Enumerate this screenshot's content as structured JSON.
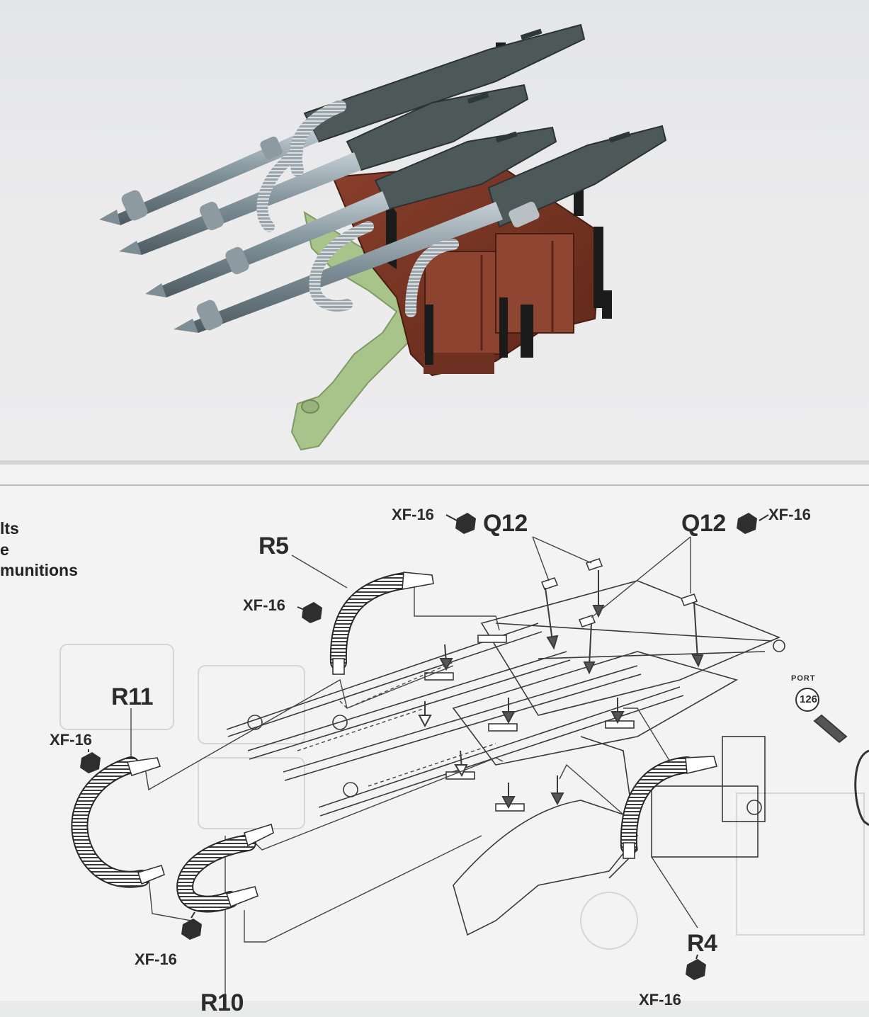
{
  "photo": {
    "subject": "",
    "colors": {
      "background": "#e6e7e9",
      "gun_metal": "#7f8f98",
      "receiver": "#4d5859",
      "ammo_box": "#7b3524",
      "mount": "#a9c48a",
      "bracket": "#1b1b1b"
    }
  },
  "instructions": {
    "left_text": [
      "lts",
      "e",
      " munitions"
    ],
    "parts": {
      "r5": "R5",
      "r11": "R11",
      "r10": "R10",
      "r4": "R4",
      "q12_left": "Q12",
      "q12_right": "Q12"
    },
    "paint": {
      "q12_left": "XF-16",
      "q12_right": "XF-16",
      "r5": "XF-16",
      "r11": "XF-16",
      "r10": "XF-16",
      "r4": "XF-16"
    },
    "port_label": "PORT",
    "port_number": "126"
  }
}
